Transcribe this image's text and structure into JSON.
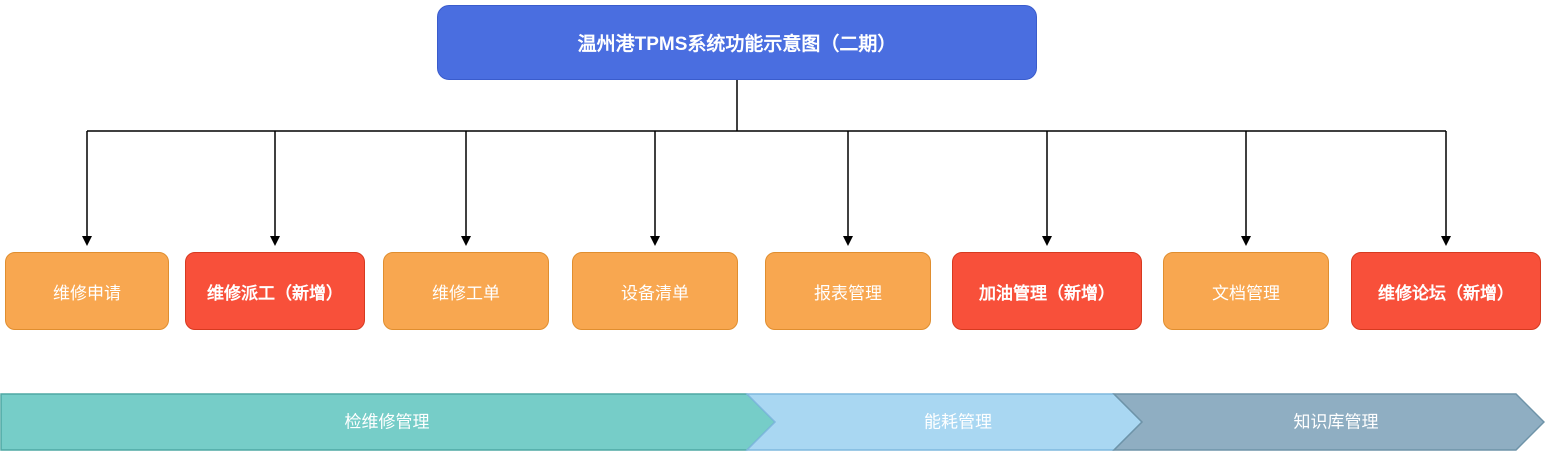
{
  "title": {
    "label": "温州港TPMS系统功能示意图（二期）",
    "bg_color": "#4a6ee0",
    "text_color": "#ffffff"
  },
  "nodes": [
    {
      "label": "维修申请",
      "type": "orange"
    },
    {
      "label": "维修派工（新增）",
      "type": "red"
    },
    {
      "label": "维修工单",
      "type": "orange"
    },
    {
      "label": "设备清单",
      "type": "orange"
    },
    {
      "label": "报表管理",
      "type": "orange"
    },
    {
      "label": "加油管理（新增）",
      "type": "red"
    },
    {
      "label": "文档管理",
      "type": "orange"
    },
    {
      "label": "维修论坛（新增）",
      "type": "red"
    }
  ],
  "node_colors": {
    "orange_fill": "#f8a750",
    "orange_border": "#e08e2f",
    "red_fill": "#f8503a",
    "red_border": "#d63a20",
    "text": "#ffffff"
  },
  "banners": [
    {
      "label": "检维修管理",
      "fill": "#76cdc8",
      "border": "#4fa8a4"
    },
    {
      "label": "能耗管理",
      "fill": "#a9d7f2",
      "border": "#7fb8de"
    },
    {
      "label": "知识库管理",
      "fill": "#8faec2",
      "border": "#6e93a8"
    }
  ],
  "connector_color": "#000000"
}
